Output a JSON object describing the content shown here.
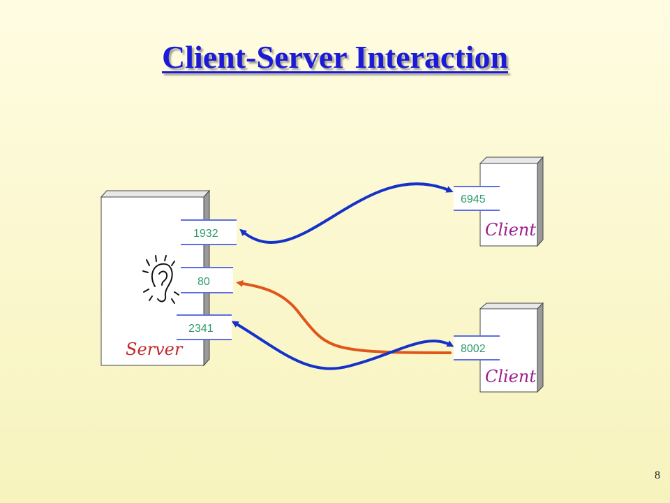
{
  "slide": {
    "title": "Client-Server Interaction",
    "page_number": "8"
  },
  "server": {
    "label": "Server",
    "ports": [
      "1932",
      "80",
      "2341"
    ]
  },
  "clients": [
    {
      "label": "Client",
      "port": "6945"
    },
    {
      "label": "Client",
      "port": "8002"
    }
  ],
  "colors": {
    "title": "#1a1ad8",
    "server_label": "#c0282a",
    "client_label": "#9b1f8c",
    "port_text": "#2e9a6a",
    "port_border": "#5b6fe0",
    "connection_blue": "#1432c8",
    "connection_orange": "#e0561a"
  },
  "icons": {
    "listening": "ear-icon"
  }
}
